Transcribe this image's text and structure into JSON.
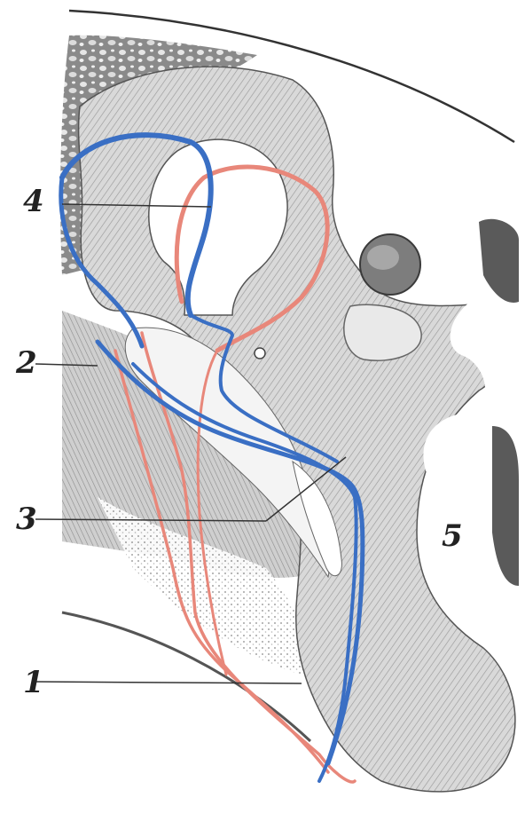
{
  "figure": {
    "labels": {
      "l1": "1",
      "l2": "2",
      "l3": "3",
      "l4": "4",
      "l5": "5"
    },
    "colors": {
      "background": "#ffffff",
      "tissue_light": "#d3d3d3",
      "tissue_mid": "#b5b5b5",
      "tissue_dark": "#6f6f6f",
      "bone": "#4a4a4a",
      "artery_blue": "#3a6fc4",
      "vein_red": "#e8877a",
      "ink": "#222222"
    }
  }
}
